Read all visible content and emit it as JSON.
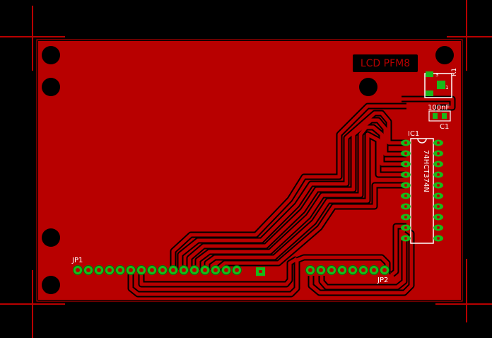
{
  "board": {
    "title": "LCD PFM8",
    "colors": {
      "background": "#000000",
      "copper": "#b80000",
      "trace": "#b80000",
      "pad": "#19b919",
      "pad_ring": "#2ea82e",
      "silkscreen": "#ffffff",
      "crosshair": "#b80000",
      "label_box": "#000000"
    }
  },
  "components": {
    "ic1": {
      "name": "IC1",
      "value": "74HCT374N",
      "pins": 20
    },
    "r1": {
      "name": "R1",
      "pin_marks": [
        "1",
        "3"
      ]
    },
    "c1": {
      "name": "C1",
      "value": "100nF"
    },
    "jp1": {
      "name": "JP1",
      "pins": 16
    },
    "jp2": {
      "name": "JP2",
      "pins": 8
    }
  }
}
